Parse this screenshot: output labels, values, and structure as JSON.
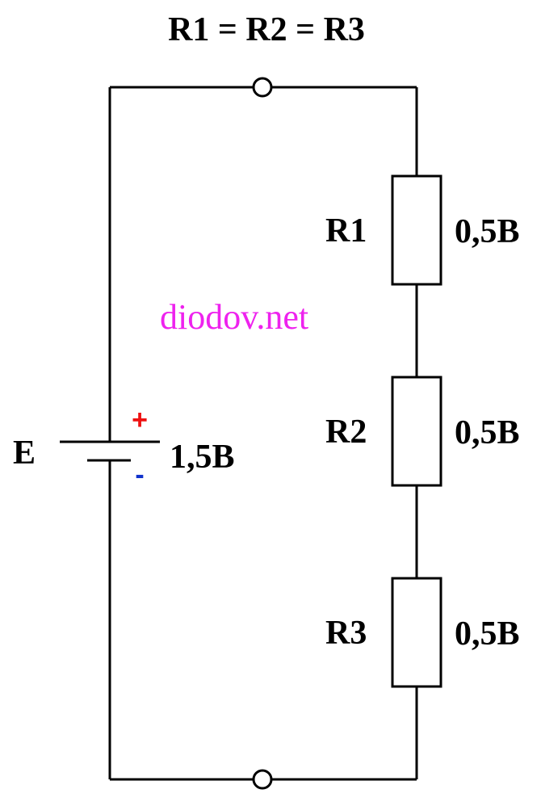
{
  "title": "R1 = R2 = R3",
  "watermark": "diodov.net",
  "source": {
    "label": "E",
    "voltage": "1,5B",
    "plus_sign": "+",
    "minus_sign": "-"
  },
  "resistors": [
    {
      "label": "R1",
      "voltage": "0,5B"
    },
    {
      "label": "R2",
      "voltage": "0,5B"
    },
    {
      "label": "R3",
      "voltage": "0,5B"
    }
  ],
  "colors": {
    "wire": "#000000",
    "text": "#000000",
    "watermark": "#ee22ee",
    "plus": "#ee1111",
    "minus": "#1133cc"
  }
}
